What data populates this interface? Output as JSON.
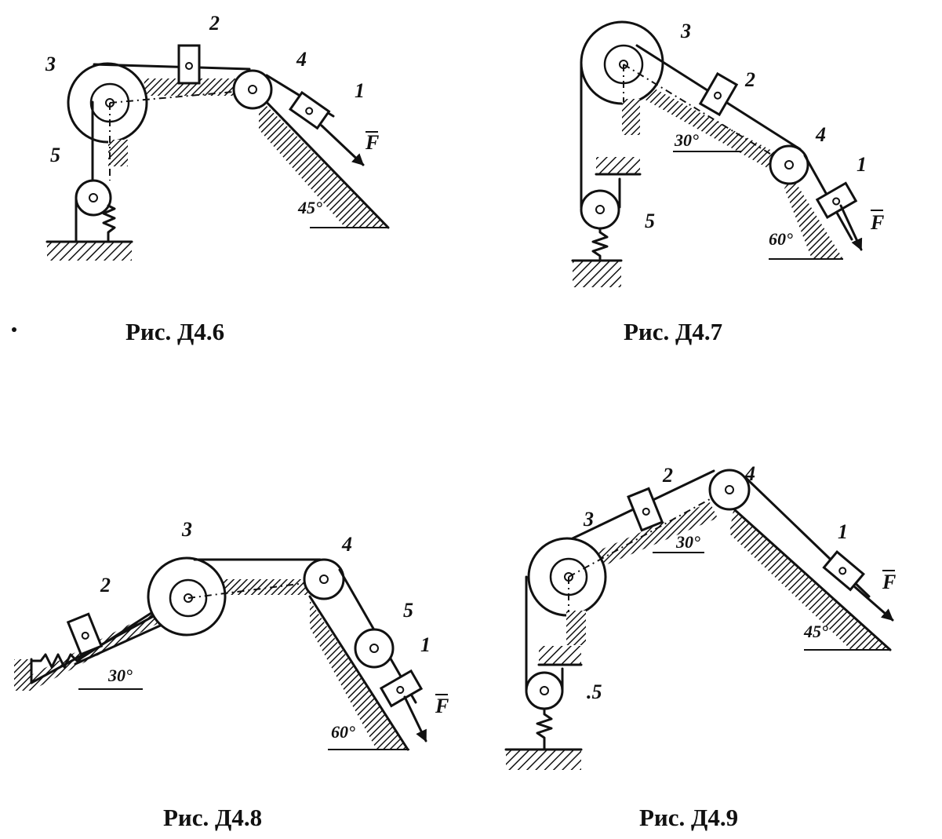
{
  "figures": [
    {
      "caption": "Рис.  Д4.6",
      "labels": {
        "block1": "1",
        "block2": "2",
        "wheel3": "3",
        "wheel4": "4",
        "wheel5": "5"
      },
      "angle": "45°",
      "force": "F"
    },
    {
      "caption": "Рис.  Д4.7",
      "labels": {
        "block1": "1",
        "block2": "2",
        "wheel3": "3",
        "wheel4": "4",
        "wheel5": "5"
      },
      "angle_left": "30°",
      "angle_right": "60°",
      "force": "F"
    },
    {
      "caption": "Рис.  Д4.8",
      "labels": {
        "block1": "1",
        "block2": "2",
        "wheel3": "3",
        "wheel4": "4",
        "wheel5": "5"
      },
      "angle_left": "30°",
      "angle_right": "60°",
      "force": "F"
    },
    {
      "caption": "Рис.  Д4.9",
      "labels": {
        "block1": "1",
        "block2": "2",
        "wheel3": "3",
        "wheel4": "4",
        "wheel5": ".5"
      },
      "angle_left": "30°",
      "angle_right": "45°",
      "force": "F"
    }
  ],
  "colors": {
    "ink": "#111111",
    "paper": "#ffffff"
  }
}
